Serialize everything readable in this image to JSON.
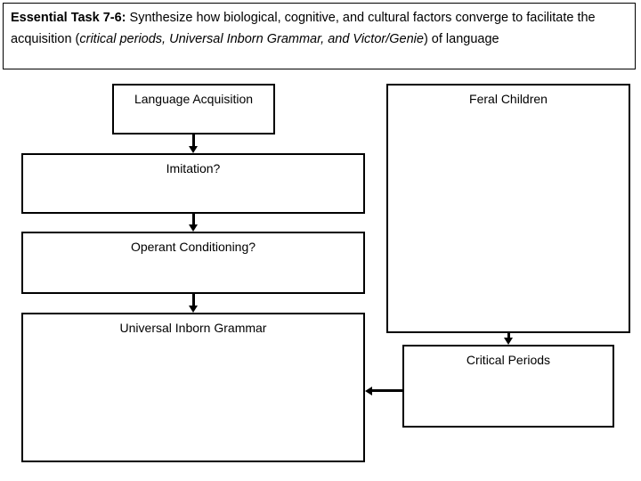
{
  "header": {
    "task_label": "Essential Task 7-6:",
    "body_part1": " Synthesize how biological, cognitive, and cultural factors converge to facilitate the acquisition (",
    "body_italic": "critical periods, Universal Inborn Grammar, and Victor/Genie",
    "body_part2": ") of language"
  },
  "diagram": {
    "nodes": [
      {
        "id": "language-acquisition",
        "label": "Language Acquisition"
      },
      {
        "id": "imitation",
        "label": "Imitation?"
      },
      {
        "id": "operant-conditioning",
        "label": "Operant Conditioning?"
      },
      {
        "id": "universal-grammar",
        "label": "Universal Inborn Grammar"
      },
      {
        "id": "feral-children",
        "label": "Feral Children"
      },
      {
        "id": "critical-periods",
        "label": "Critical Periods"
      }
    ],
    "connectors": [
      {
        "id": "conn1",
        "from": "language-acquisition",
        "to": "imitation",
        "direction": "down"
      },
      {
        "id": "conn2",
        "from": "imitation",
        "to": "operant-conditioning",
        "direction": "down"
      },
      {
        "id": "conn3",
        "from": "operant-conditioning",
        "to": "universal-grammar",
        "direction": "down"
      },
      {
        "id": "conn4",
        "from": "feral-children",
        "to": "critical-periods",
        "direction": "down"
      },
      {
        "id": "conn5",
        "from": "critical-periods",
        "to": "universal-grammar",
        "direction": "left"
      }
    ]
  },
  "colors": {
    "background": "#ffffff",
    "stroke": "#000000",
    "text": "#000000"
  }
}
